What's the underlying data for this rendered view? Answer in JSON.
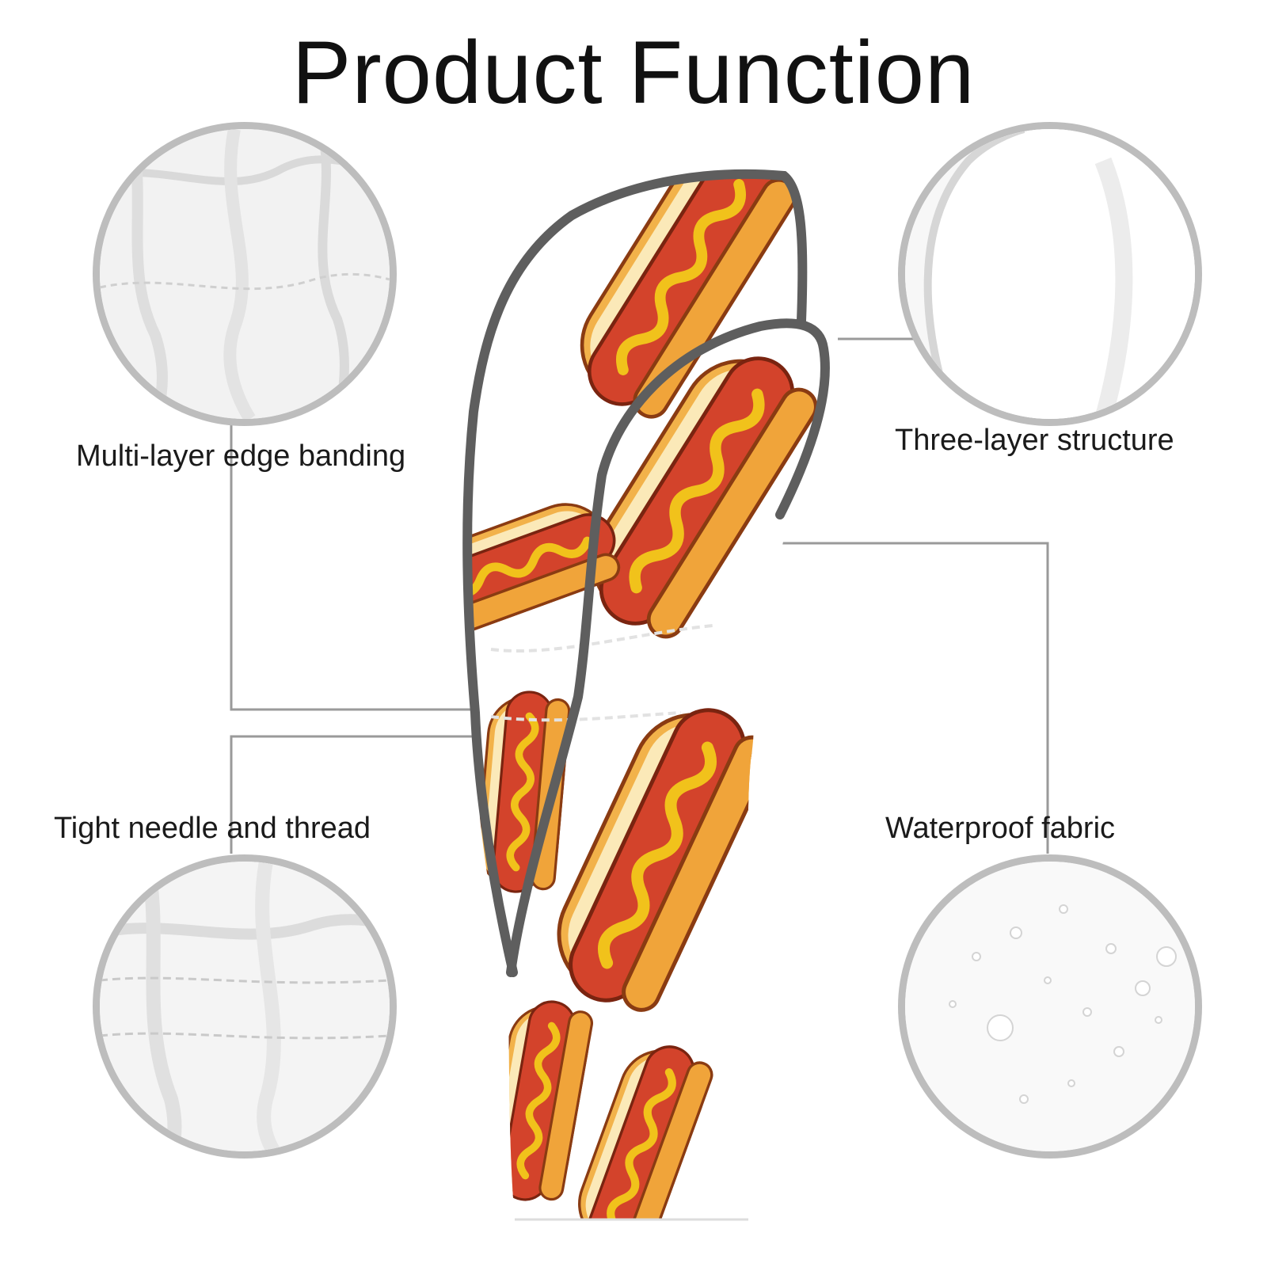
{
  "title": "Product Function",
  "features": {
    "edge_banding": {
      "label": "Multi-layer edge banding"
    },
    "needle_thread": {
      "label": "Tight needle and thread"
    },
    "three_layer": {
      "label": "Three-layer structure"
    },
    "waterproof": {
      "label": "Waterproof fabric"
    }
  },
  "colors": {
    "circle_border": "#bdbdbd",
    "connector_line": "#9a9a9a",
    "piping": "#5e5e5e",
    "bun": "#f2b24a",
    "sausage": "#d3432b",
    "mustard": "#f1c21b"
  },
  "product_image": {
    "icon": "hot-dog-print-golf-headcover"
  }
}
